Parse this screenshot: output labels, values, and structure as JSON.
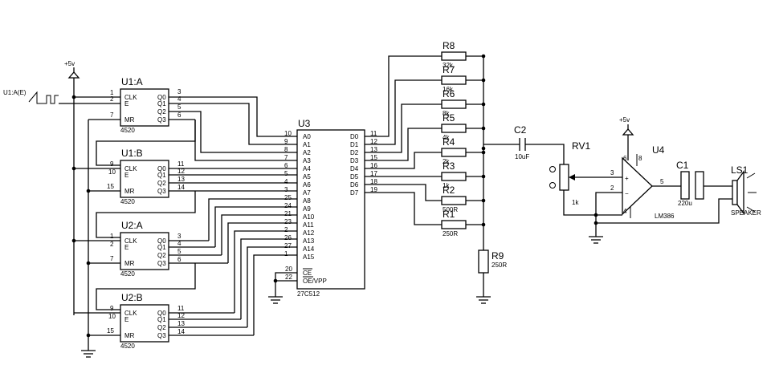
{
  "signal_source": {
    "label": "U1:A(E)"
  },
  "power": {
    "vcc_left": "+5v",
    "vcc_amp": "+5v"
  },
  "counters": [
    {
      "ref": "U1:A",
      "part": "4520",
      "pins": {
        "clk": "CLK",
        "e": "E",
        "mr": "MR",
        "q0": "Q0",
        "q1": "Q1",
        "q2": "Q2",
        "q3": "Q3"
      },
      "in_nums": [
        "1",
        "2",
        "7"
      ],
      "out_nums": [
        "3",
        "4",
        "5",
        "6"
      ]
    },
    {
      "ref": "U1:B",
      "part": "4520",
      "pins": {
        "clk": "CLK",
        "e": "E",
        "mr": "MR",
        "q0": "Q0",
        "q1": "Q1",
        "q2": "Q2",
        "q3": "Q3"
      },
      "in_nums": [
        "9",
        "10",
        "15"
      ],
      "out_nums": [
        "11",
        "12",
        "13",
        "14"
      ]
    },
    {
      "ref": "U2:A",
      "part": "4520",
      "pins": {
        "clk": "CLK",
        "e": "E",
        "mr": "MR",
        "q0": "Q0",
        "q1": "Q1",
        "q2": "Q2",
        "q3": "Q3"
      },
      "in_nums": [
        "1",
        "2",
        "7"
      ],
      "out_nums": [
        "3",
        "4",
        "5",
        "6"
      ]
    },
    {
      "ref": "U2:B",
      "part": "4520",
      "pins": {
        "clk": "CLK",
        "e": "E",
        "mr": "MR",
        "q0": "Q0",
        "q1": "Q1",
        "q2": "Q2",
        "q3": "Q3"
      },
      "in_nums": [
        "9",
        "10",
        "15"
      ],
      "out_nums": [
        "11",
        "12",
        "13",
        "14"
      ]
    }
  ],
  "eprom": {
    "ref": "U3",
    "part": "27C512",
    "addr_labels": [
      "A0",
      "A1",
      "A2",
      "A3",
      "A4",
      "A5",
      "A6",
      "A7",
      "A8",
      "A9",
      "A10",
      "A11",
      "A12",
      "A13",
      "A14",
      "A15"
    ],
    "addr_nums": [
      "10",
      "9",
      "8",
      "7",
      "6",
      "5",
      "4",
      "3",
      "25",
      "24",
      "21",
      "23",
      "2",
      "26",
      "27",
      "1"
    ],
    "data_labels": [
      "D0",
      "D1",
      "D2",
      "D3",
      "D4",
      "D5",
      "D6",
      "D7"
    ],
    "data_nums": [
      "11",
      "12",
      "13",
      "15",
      "16",
      "17",
      "18",
      "19"
    ],
    "ce_label": "CE",
    "oe_label": "OE/VPP",
    "ce_num": "20",
    "oe_num": "22"
  },
  "resistors": [
    {
      "ref": "R8",
      "value": "32k"
    },
    {
      "ref": "R7",
      "value": "16k"
    },
    {
      "ref": "R6",
      "value": "8k"
    },
    {
      "ref": "R5",
      "value": "4k"
    },
    {
      "ref": "R4",
      "value": "2k"
    },
    {
      "ref": "R3",
      "value": "1k"
    },
    {
      "ref": "R2",
      "value": "500R"
    },
    {
      "ref": "R1",
      "value": "250R"
    }
  ],
  "r9": {
    "ref": "R9",
    "value": "250R"
  },
  "c2": {
    "ref": "C2",
    "value": "10uF"
  },
  "rv1": {
    "ref": "RV1",
    "value": "1k"
  },
  "amp": {
    "ref": "U4",
    "part": "LM386",
    "pins": [
      "3",
      "2",
      "5",
      "6",
      "4",
      "8"
    ],
    "plus": "+",
    "minus": "−"
  },
  "c1": {
    "ref": "C1",
    "value": "220u"
  },
  "speaker": {
    "ref": "LS1",
    "value": "SPEAKER"
  }
}
